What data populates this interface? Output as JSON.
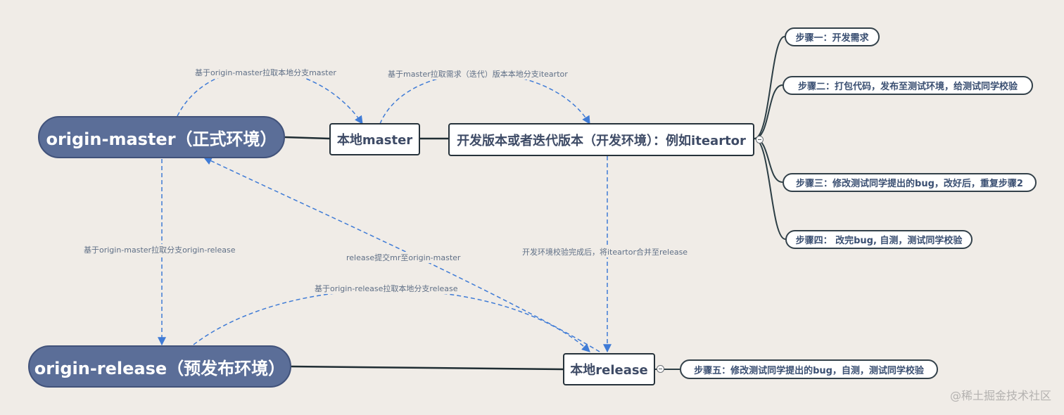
{
  "nodes": {
    "origin_master": "origin-master（正式环境）",
    "origin_release": "origin-release（预发布环境）",
    "local_master": "本地master",
    "dev_branch": "开发版本或者迭代版本（开发环境）：例如iteartor",
    "local_release": "本地release"
  },
  "steps": [
    "步骤一：开发需求",
    "步骤二：打包代码，发布至测试环境，给测试同学校验",
    "步骤三：修改测试同学提出的bug，改好后，重复步骤2",
    "步骤四： 改完bug, 自测，测试同学校验",
    "步骤五：修改测试同学提出的bug，自测，测试同学校验"
  ],
  "edge_labels": {
    "master_to_local": "基于origin-master拉取本地分支master",
    "local_to_dev": "基于master拉取需求（迭代）版本本地分支iteartor",
    "master_to_release": "基于origin-master拉取分支origin-release",
    "release_mr": "release提交mr至origin-master",
    "release_to_local": "基于origin-release拉取本地分支release",
    "dev_merge": "开发环境校验完成后，将iteartor合并至release"
  },
  "watermark": "@稀土掘金技术社区",
  "colors": {
    "background": "#f0ece7",
    "origin_fill": "#5b6e98",
    "dashed_edge": "#3f7bd6",
    "solid_edge": "#1f2d33"
  }
}
